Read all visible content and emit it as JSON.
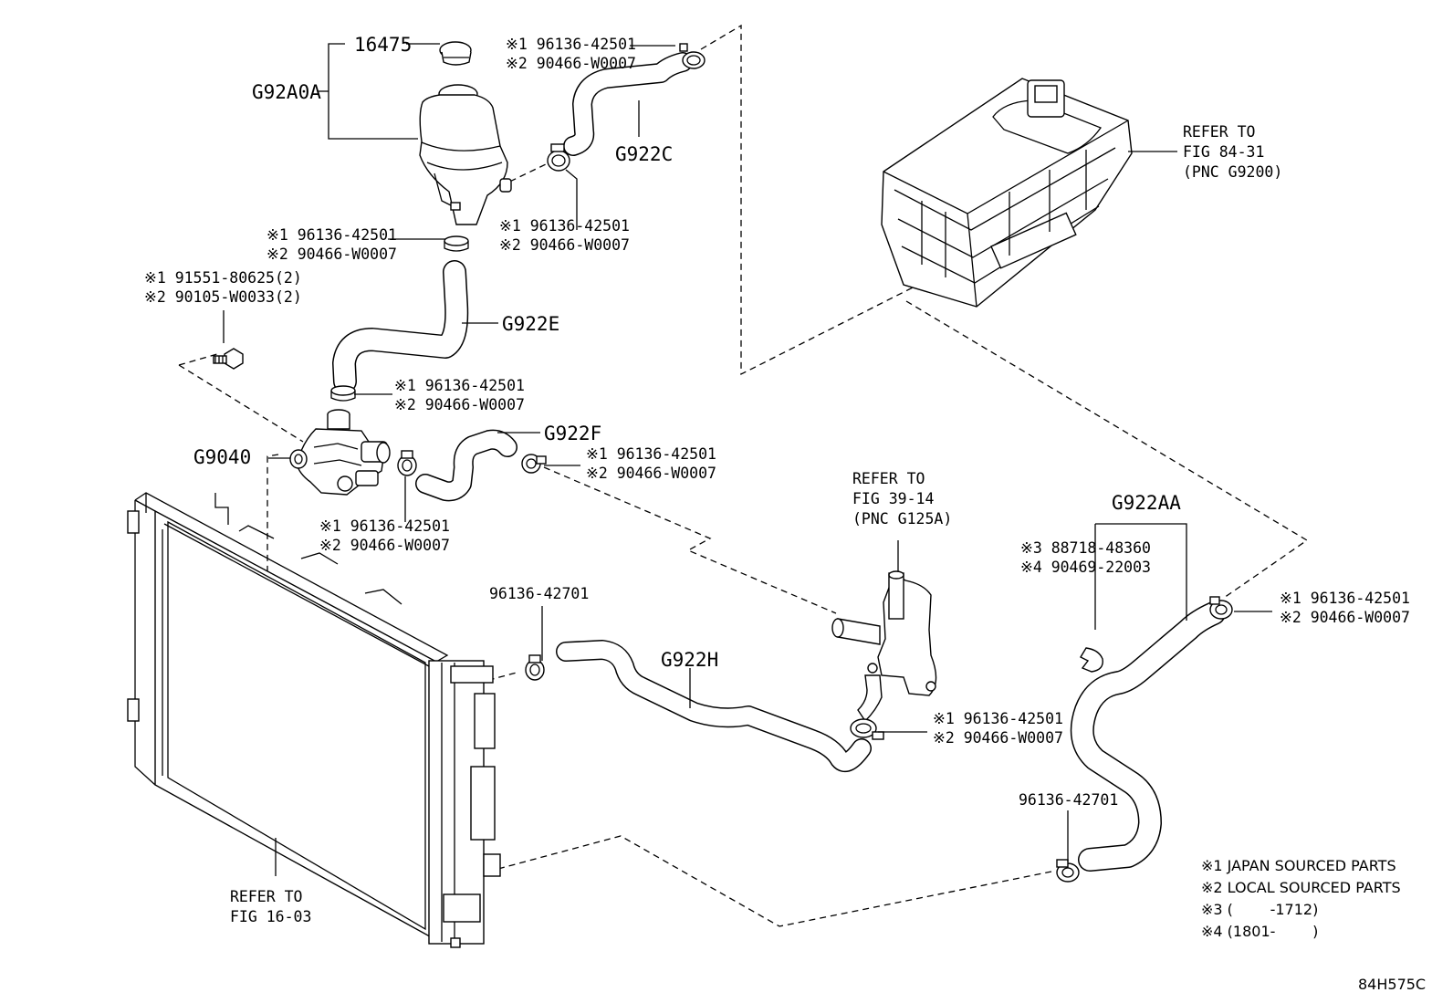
{
  "labels": {
    "p16475": "16475",
    "g92a0a": "G92A0A",
    "g922c": "G922C",
    "g922e": "G922E",
    "g922f": "G922F",
    "g9040": "G9040",
    "g922h": "G922H",
    "g922aa": "G922AA"
  },
  "clamps": {
    "top_1": "※1 96136-42501",
    "top_2": "※2 90466-W0007",
    "mid_1": "※1 96136-42501",
    "mid_2": "※2 90466-W0007",
    "res_1": "※1 96136-42501",
    "res_2": "※2 90466-W0007",
    "bolt_1": "※1 91551-80625(2)",
    "bolt_2": "※2 90105-W0033(2)",
    "pump_top_1": "※1 96136-42501",
    "pump_top_2": "※2 90466-W0007",
    "f_1": "※1 96136-42501",
    "f_2": "※2 90466-W0007",
    "pump_bot_1": "※1 96136-42501",
    "pump_bot_2": "※2 90466-W0007",
    "h_clamp": "96136-42701",
    "cooler_1": "※1 96136-42501",
    "cooler_2": "※2 90466-W0007",
    "aa_3": "※3 88718-48360",
    "aa_4": "※4 90469-22003",
    "aa_right_1": "※1 96136-42501",
    "aa_right_2": "※2 90466-W0007",
    "aa_bot_clamp": "96136-42701"
  },
  "refs": {
    "inverter": [
      "REFER TO",
      "FIG 84-31",
      "(PNC G9200)"
    ],
    "cooler": [
      "REFER TO",
      "FIG 39-14",
      "(PNC G125A)"
    ],
    "radiator": [
      "REFER TO",
      "FIG 16-03"
    ]
  },
  "notes": {
    "n1": "※1 JAPAN SOURCED PARTS",
    "n2": "※2 LOCAL SOURCED PARTS",
    "n3": "※3 (        -1712)",
    "n4": "※4 (1801-        )"
  },
  "figure_id": "84H575C"
}
